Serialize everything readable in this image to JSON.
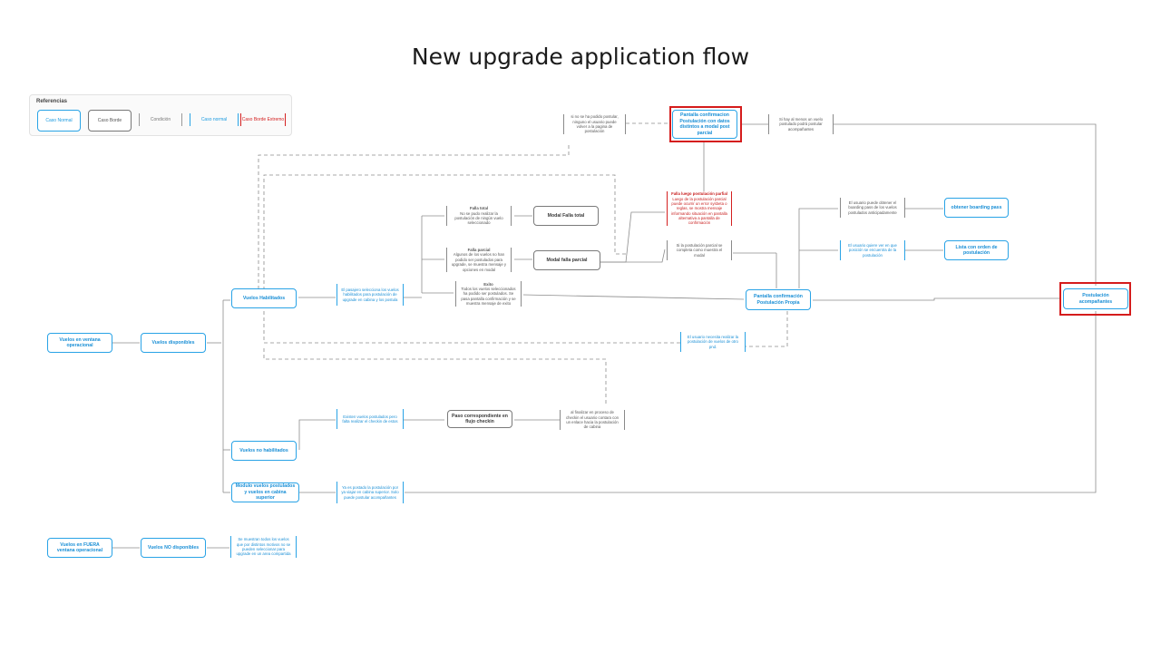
{
  "title": "New upgrade application flow",
  "legend": {
    "heading": "Referencias",
    "caso_normal": "Caso Normal",
    "caso_borde": "Caso Borde",
    "condicion": "Condición",
    "caso_normal_cond": "Caso normal",
    "caso_borde_extremo": "Caso Borde Extremo"
  },
  "nodes": {
    "vuelos_ventana": "Vuelos en ventana operacional",
    "vuelos_disponibles": "Vuelos disponibles",
    "vuelos_habilitados": "Vuelos Habilitados",
    "vuelos_no_habilitados": "Vuelos no habilitados",
    "modulo_postulados": "Modulo vuelos postulados y vuelos en cabina superior",
    "vuelos_fuera": "Vuelos en FUERA ventana operacional",
    "vuelos_no_disponibles": "Vuelos NO disponibles",
    "modal_falla_total": "Modal Falla total",
    "modal_falla_parcial": "Modal falla parcial",
    "paso_checkin": "Paso correspondiente en flujo checkin",
    "pantalla_confirmacion_propia": "Pantalla confirmación Postulación Propia",
    "pantalla_confirmacion_datos": "Pantalla confirmacion Postulación con datos distintos a modal post parcial",
    "obtener_boarding": "obtener boarding pass",
    "lista_orden": "Lista con orden de postulación",
    "postulacion_acompanantes": "Postulación acompañantes"
  },
  "notes": {
    "seleccion_vuelos": "El pasajero selecciona los vuelos habilitados para postulación de upgrade en cabina y los postula",
    "falla_total_title": "Falla total",
    "falla_total_body": "No se pudo realizar la postulación de ningún vuelo seleccionado",
    "falla_parcial_title": "Falla parcial",
    "falla_parcial_body": "Algunos de los vuelos no han podido ser postulados para upgrade, se muestra mensaje y opciones en modal",
    "exito_title": "Exito",
    "exito_body": "Todos los vuelos seleccionados ha podido ser postulados. Se pasa pantalla confirmación y se muestra mensaje de exito",
    "falla_luego_title": "Falla luego postulación parfial",
    "falla_luego_body": "Luego de la postulación parcial puede ocurrir un error sysbeta o reglas, se mostra mensaje informando situación en pantalla alternativa a pantalla de confirmación",
    "no_postulado": "si no se ha podido postular, ninguno el usuario puede volver a la pagina de postulación",
    "al_menos_un_vuelo": "Si hay al menos un vuelo postulado podrá postular acompañantes",
    "parcial_completa": "Si la postulación parcial se completa como muestra el modal",
    "boarding_note": "El usuario puede obtener el boarding pass de los vuelos postulados anticipadamente",
    "orden_note": "El usuario quiere ver en que posición se encuentra de la postulación",
    "volver_postulacion": "El usuario necesita realizar la postulación de vuelos de otro pnd.",
    "existen_postulados": "Existen vuelos postulados pero falta realizar el checkin de estos",
    "finalizar_checkin": "al finalizar en proceso de checkin el usuario contara con un enlace hacia la postulación de cabina",
    "ya_postulado": "Ya es postado la postulación por ya viajar en cabina superior. Solo puede postular acompañantes",
    "se_muestran": "Se muestran todos los vuelos que por distintos motivos no se pueden seleccionar para upgrade en un area compartida"
  }
}
